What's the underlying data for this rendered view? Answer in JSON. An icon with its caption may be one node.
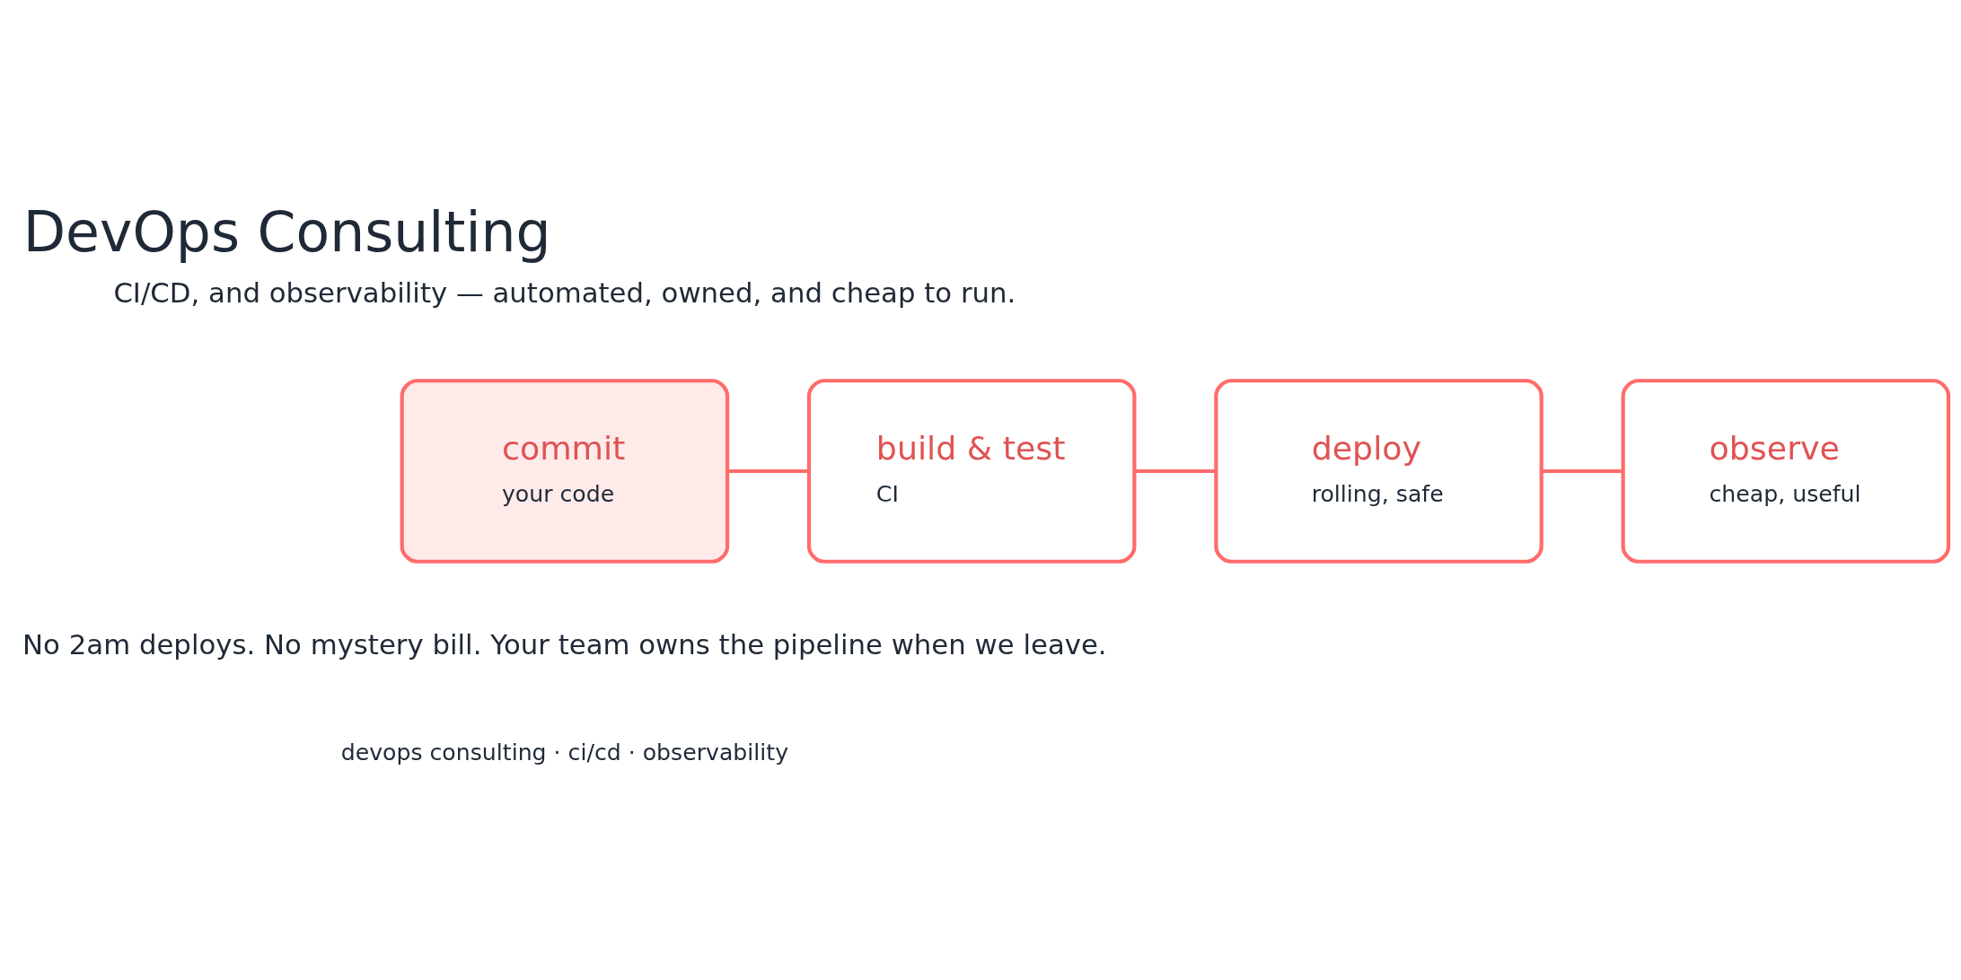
{
  "diagram": {
    "title": "DevOps Consulting",
    "nodes": [
      {
        "text": [
          "commit",
          "your code"
        ]
      },
      {
        "text": [
          "build & test",
          "CI"
        ]
      },
      {
        "text": [
          "deploy",
          "rolling, safe"
        ]
      },
      {
        "text": [
          "observe",
          "cheap, useful"
        ]
      }
    ],
    "edges": [
      {
        "from": 0,
        "to": 1,
        "arrow": "none"
      },
      {
        "from": 1,
        "to": 2,
        "arrow": "none"
      },
      {
        "from": 2,
        "to": 3,
        "arrow": "none"
      }
    ],
    "labels": [
      "CI/CD, and observability — automated, owned, and cheap to run.",
      "No 2am deploys. No mystery bill. Your team owns the pipeline when we leave.",
      "devops consulting · ci/cd · observability"
    ]
  }
}
